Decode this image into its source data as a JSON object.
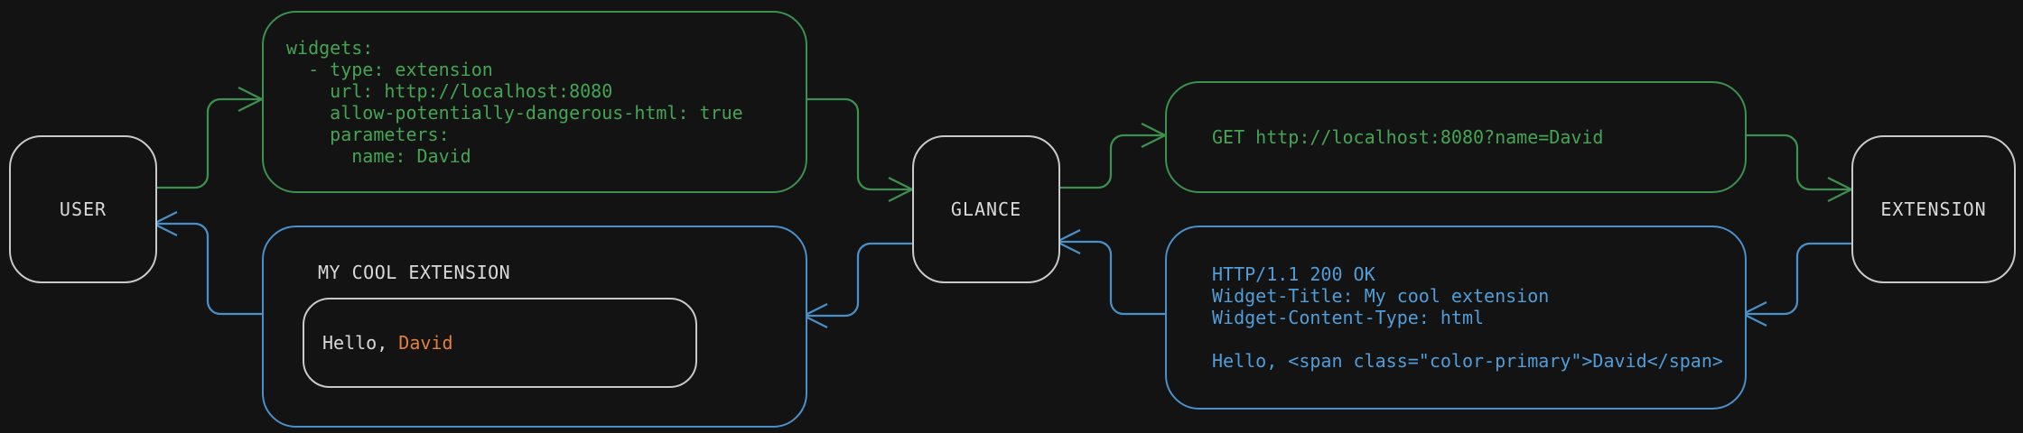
{
  "diagram": {
    "nodes": {
      "user": "USER",
      "glance": "GLANCE",
      "extension": "EXTENSION"
    },
    "config_box": {
      "lines": [
        "widgets:",
        "  - type: extension",
        "    url: http://localhost:8080",
        "    allow-potentially-dangerous-html: true",
        "    parameters:",
        "      name: David"
      ]
    },
    "request_box": {
      "text": "GET http://localhost:8080?name=David"
    },
    "response_box": {
      "lines": [
        "HTTP/1.1 200 OK",
        "Widget-Title: My cool extension",
        "Widget-Content-Type: html",
        "",
        "Hello, <span class=\"color-primary\">David</span>"
      ]
    },
    "widget_box": {
      "title": "MY COOL EXTENSION",
      "greeting_prefix": "Hello, ",
      "greeting_name": "David"
    },
    "colors": {
      "background": "#131313",
      "request_green": "#3b9150",
      "green_text": "#43a553",
      "response_blue": "#4a90c8",
      "blue_text": "#509dd9",
      "highlight_orange": "#e2813c",
      "node_border": "#c9c9c9",
      "text_gray": "#d9d9d9"
    }
  }
}
